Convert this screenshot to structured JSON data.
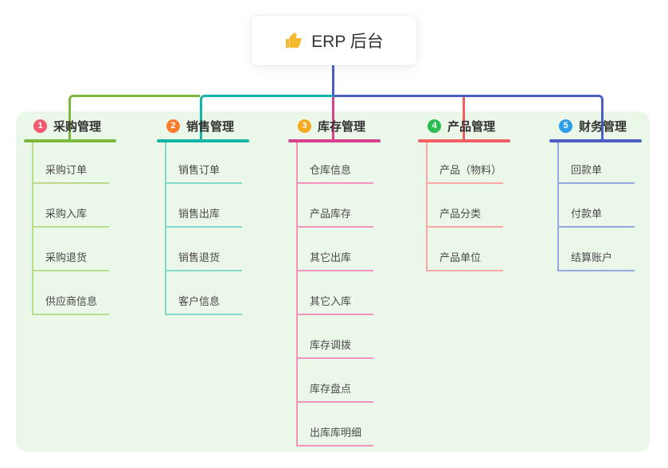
{
  "root": {
    "icon": "thumbs-up",
    "label": "ERP 后台"
  },
  "colors": {
    "panel_background": "#ebf7e8",
    "root_stem": "#4a5fc4"
  },
  "branches": [
    {
      "badge": "1",
      "label": "采购管理",
      "line_color": "#7cb93f",
      "light_color": "#b7dc8e",
      "badge_color": "#f25a70",
      "children": [
        "采购订单",
        "采购入库",
        "采购退货",
        "供应商信息"
      ]
    },
    {
      "badge": "2",
      "label": "销售管理",
      "line_color": "#12b5a5",
      "light_color": "#82d8cb",
      "badge_color": "#f87d2c",
      "children": [
        "销售订单",
        "销售出库",
        "销售退货",
        "客户信息"
      ]
    },
    {
      "badge": "3",
      "label": "库存管理",
      "line_color": "#d8418f",
      "light_color": "#f491bd",
      "badge_color": "#f6a81e",
      "children": [
        "仓库信息",
        "产品库存",
        "其它出库",
        "其它入库",
        "库存调拨",
        "库存盘点",
        "出库库明细"
      ]
    },
    {
      "badge": "4",
      "label": "产品管理",
      "line_color": "#f25e62",
      "light_color": "#f8a8a7",
      "badge_color": "#2cbd50",
      "children": [
        "产品（物料）",
        "产品分类",
        "产品单位"
      ]
    },
    {
      "badge": "5",
      "label": "财务管理",
      "line_color": "#4a5fc4",
      "light_color": "#93a7e2",
      "badge_color": "#2d9fe8",
      "children": [
        "回款单",
        "付款单",
        "结算账户"
      ]
    }
  ]
}
